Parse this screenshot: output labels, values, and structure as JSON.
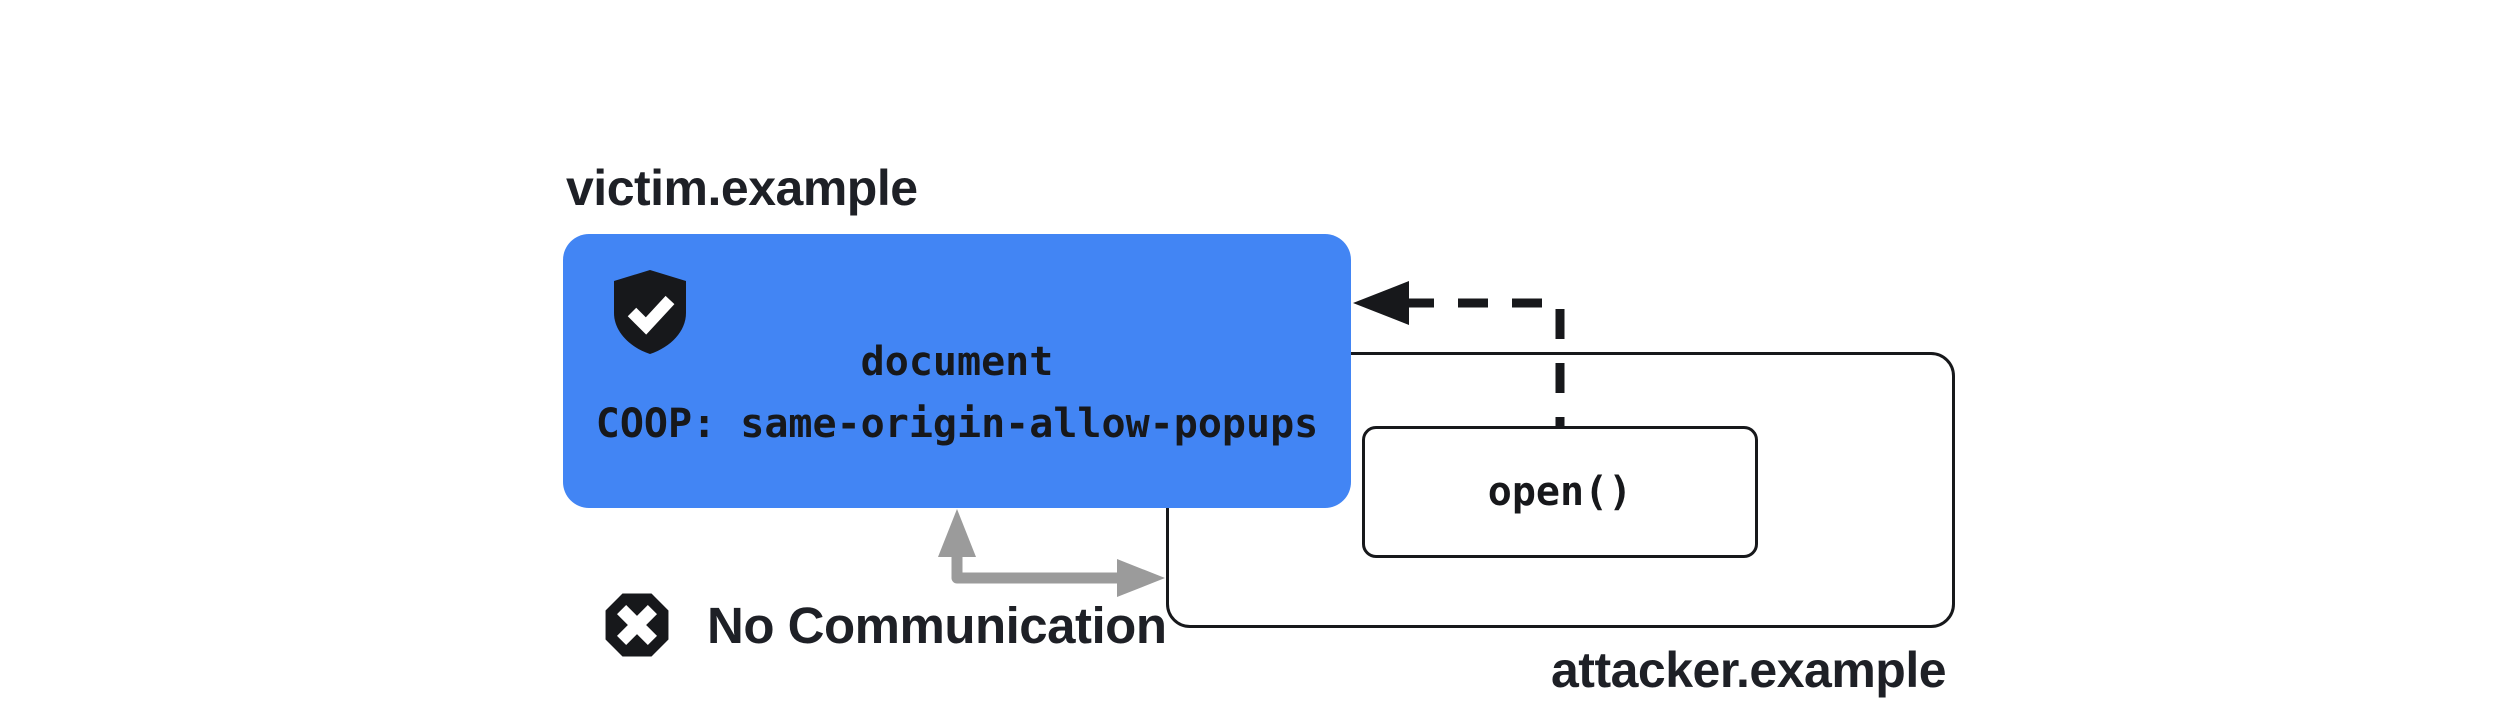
{
  "victim": {
    "label": "victim.example",
    "badge_icon": "shield-check-icon",
    "document_line1": "document",
    "document_line2": "COOP: same-origin-allow-popups"
  },
  "attacker": {
    "label": "attacker.example",
    "open_call_label": "open()"
  },
  "no_communication": {
    "icon": "blocked-octagon-icon",
    "label": "No Communication"
  },
  "arrows": {
    "open_popup": {
      "style": "dashed",
      "from": "attacker.example open()",
      "to": "victim.example document"
    },
    "no_communication": {
      "style": "solid-elbow-double-head",
      "between": "victim.example document and attacker.example window"
    }
  },
  "colors": {
    "victim_fill": "#4285F4",
    "arrow_gray": "#9b9b9b",
    "ink": "#17181b",
    "label_ink": "#1e2026"
  }
}
